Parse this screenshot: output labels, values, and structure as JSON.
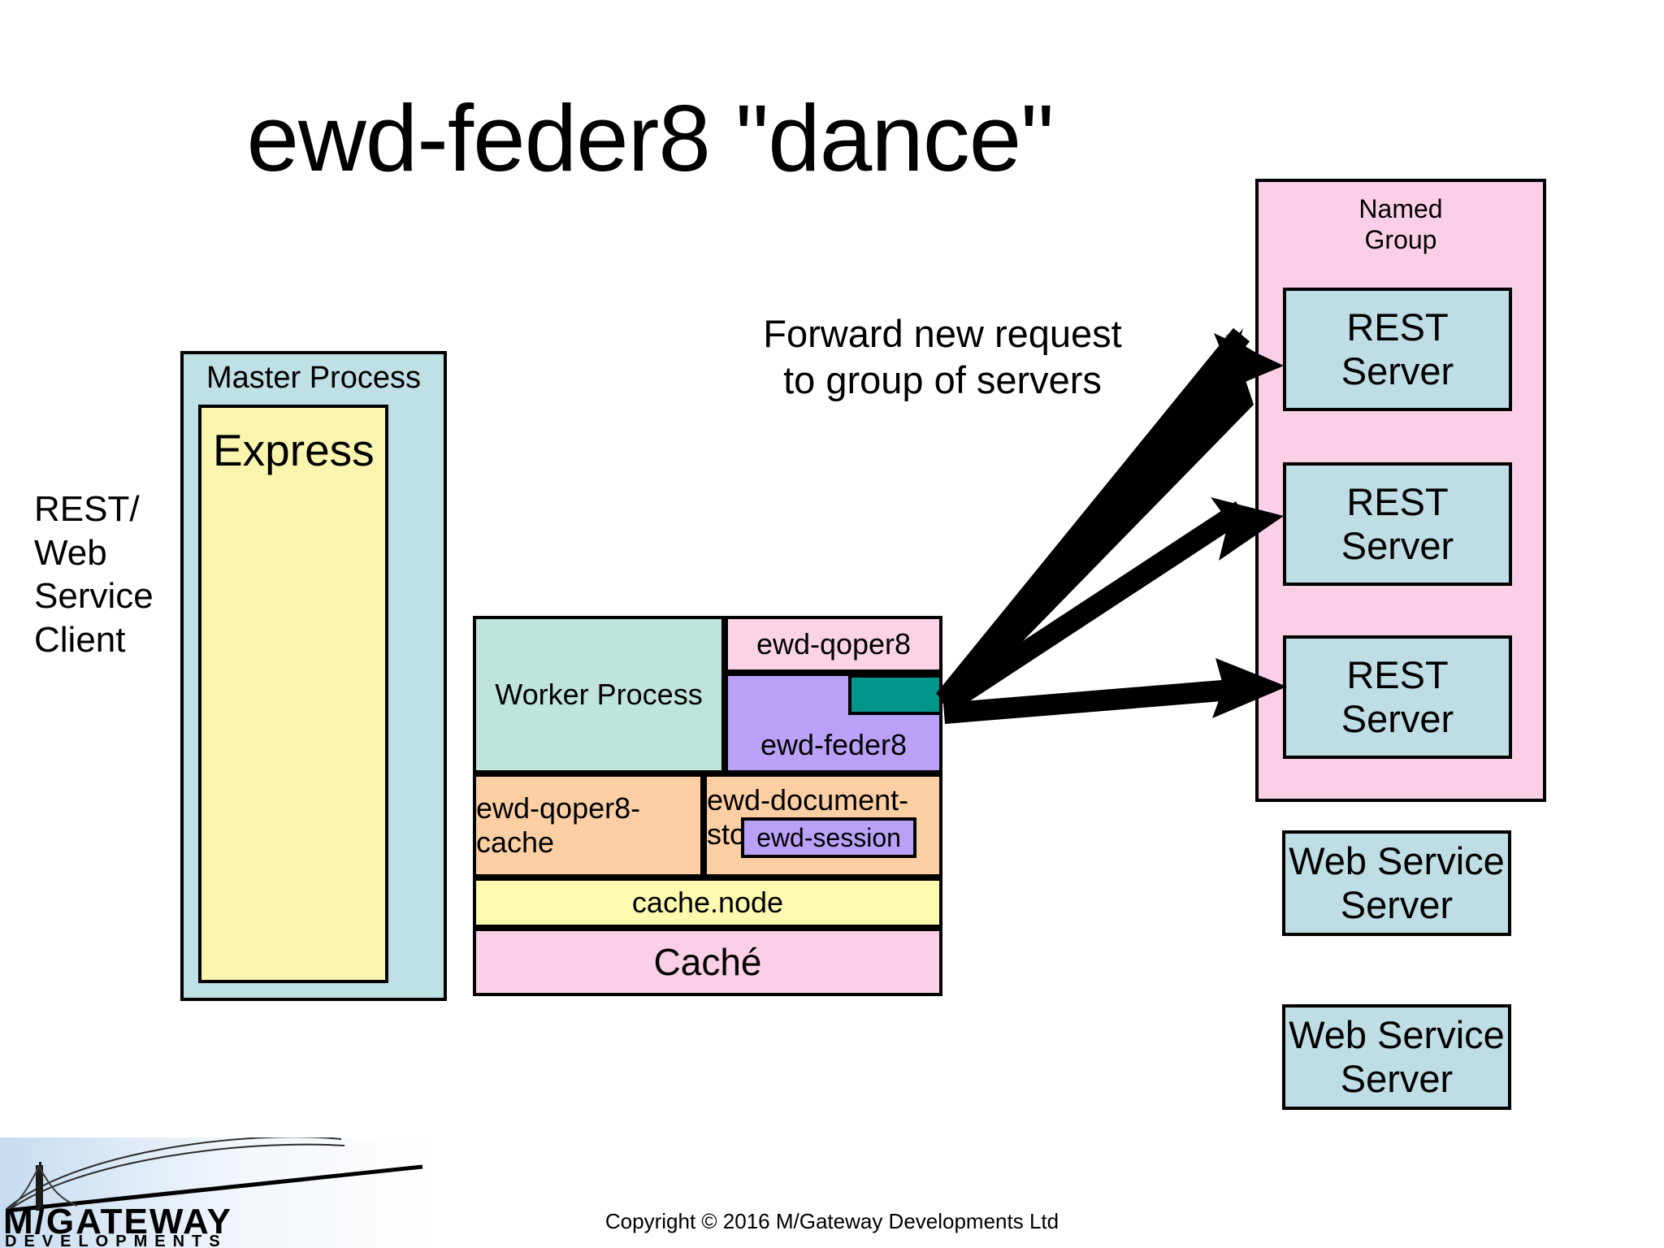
{
  "slide": {
    "title": "ewd-feder8 \"dance\"",
    "copyright": "Copyright © 2016 M/Gateway Developments Ltd"
  },
  "client": {
    "label": "REST/\nWeb\nService\nClient"
  },
  "master_process": {
    "label": "Master Process",
    "inner": {
      "label": "Express"
    }
  },
  "worker_stack": {
    "worker_process": "Worker Process",
    "ewd_qoper8": "ewd-qoper8",
    "ewd_feder8": "ewd-feder8",
    "ewd_feder8_active": "",
    "ewd_qoper8_cache": "ewd-qoper8-cache",
    "ewd_document_store": "ewd-document-store",
    "ewd_session": "ewd-session",
    "cache_node": "cache.node",
    "cache_db": "Caché"
  },
  "caption": {
    "forward": "Forward new request\nto group of servers"
  },
  "named_group": {
    "label": "Named\nGroup",
    "servers": [
      {
        "label": "REST\nServer"
      },
      {
        "label": "REST\nServer"
      },
      {
        "label": "REST\nServer"
      }
    ]
  },
  "external_servers": [
    {
      "label": "Web Service\nServer"
    },
    {
      "label": "Web Service\nServer"
    }
  ],
  "logo": {
    "brand": "M/GATEWAY",
    "sub": "DEVELOPMENTS"
  },
  "colors": {
    "process_teal": "#bfe4dd",
    "express_yellow": "#faf5ae",
    "master_blue": "#bfe0e4",
    "qoper8_pink": "#fbd3e6",
    "feder8_purple": "#b9a1f7",
    "active_teal": "#00968c",
    "store_orange": "#fbcfa3",
    "cache_node_yellow": "#fbfaae",
    "cache_pink": "#fbcfe6",
    "group_pink": "#fbcfe6",
    "server_blue": "#bfdde4",
    "stroke": "#000000"
  }
}
